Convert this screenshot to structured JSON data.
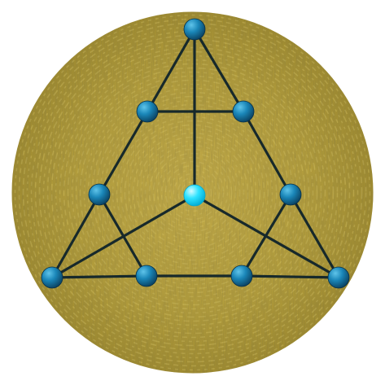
{
  "figure": {
    "subject": "graph-diagram-on-golden-disc"
  },
  "colors": {
    "page_background": "#ffffff",
    "disc_base": "#b9a23c",
    "disc_light": "#e0cd6a",
    "disc_dark": "#7a6a1e",
    "edge": "#17292b",
    "node_light": "#5fc4ea",
    "node_mid": "#1a86b8",
    "node_dark": "#0a3f5e",
    "center_node_light": "#d7fbff",
    "center_node_mid": "#2fe3ff",
    "center_node_dark": "#00a9d1"
  },
  "graph": {
    "nodes": [
      {
        "id": "top",
        "role": "outer-vertex"
      },
      {
        "id": "bottom-left",
        "role": "outer-vertex"
      },
      {
        "id": "bottom-right",
        "role": "outer-vertex"
      },
      {
        "id": "upper-left",
        "role": "side-node"
      },
      {
        "id": "upper-right",
        "role": "side-node"
      },
      {
        "id": "mid-left",
        "role": "side-node"
      },
      {
        "id": "mid-right",
        "role": "side-node"
      },
      {
        "id": "lower-left",
        "role": "bottom-node"
      },
      {
        "id": "lower-right",
        "role": "bottom-node"
      },
      {
        "id": "center",
        "role": "center-node"
      }
    ],
    "edges": [
      [
        "top",
        "upper-left"
      ],
      [
        "upper-left",
        "mid-left"
      ],
      [
        "mid-left",
        "bottom-left"
      ],
      [
        "top",
        "upper-right"
      ],
      [
        "upper-right",
        "mid-right"
      ],
      [
        "mid-right",
        "bottom-right"
      ],
      [
        "bottom-left",
        "lower-left"
      ],
      [
        "lower-left",
        "lower-right"
      ],
      [
        "lower-right",
        "bottom-right"
      ],
      [
        "upper-left",
        "upper-right"
      ],
      [
        "mid-left",
        "lower-left"
      ],
      [
        "mid-right",
        "lower-right"
      ],
      [
        "top",
        "center"
      ],
      [
        "center",
        "bottom-left"
      ],
      [
        "center",
        "bottom-right"
      ]
    ]
  }
}
